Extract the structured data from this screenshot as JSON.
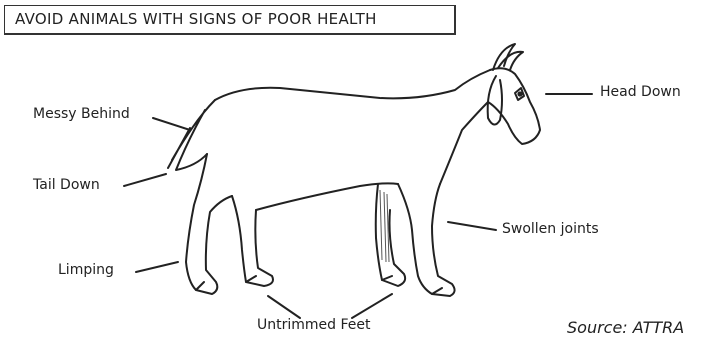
{
  "title": "AVOID ANIMALS WITH SIGNS OF POOR HEALTH",
  "labels": {
    "messy_behind": "Messy Behind",
    "tail_down": "Tail Down",
    "limping": "Limping",
    "untrimmed_feet": "Untrimmed Feet",
    "head_down": "Head Down",
    "swollen_joints": "Swollen joints"
  },
  "source": "Source: ATTRA"
}
